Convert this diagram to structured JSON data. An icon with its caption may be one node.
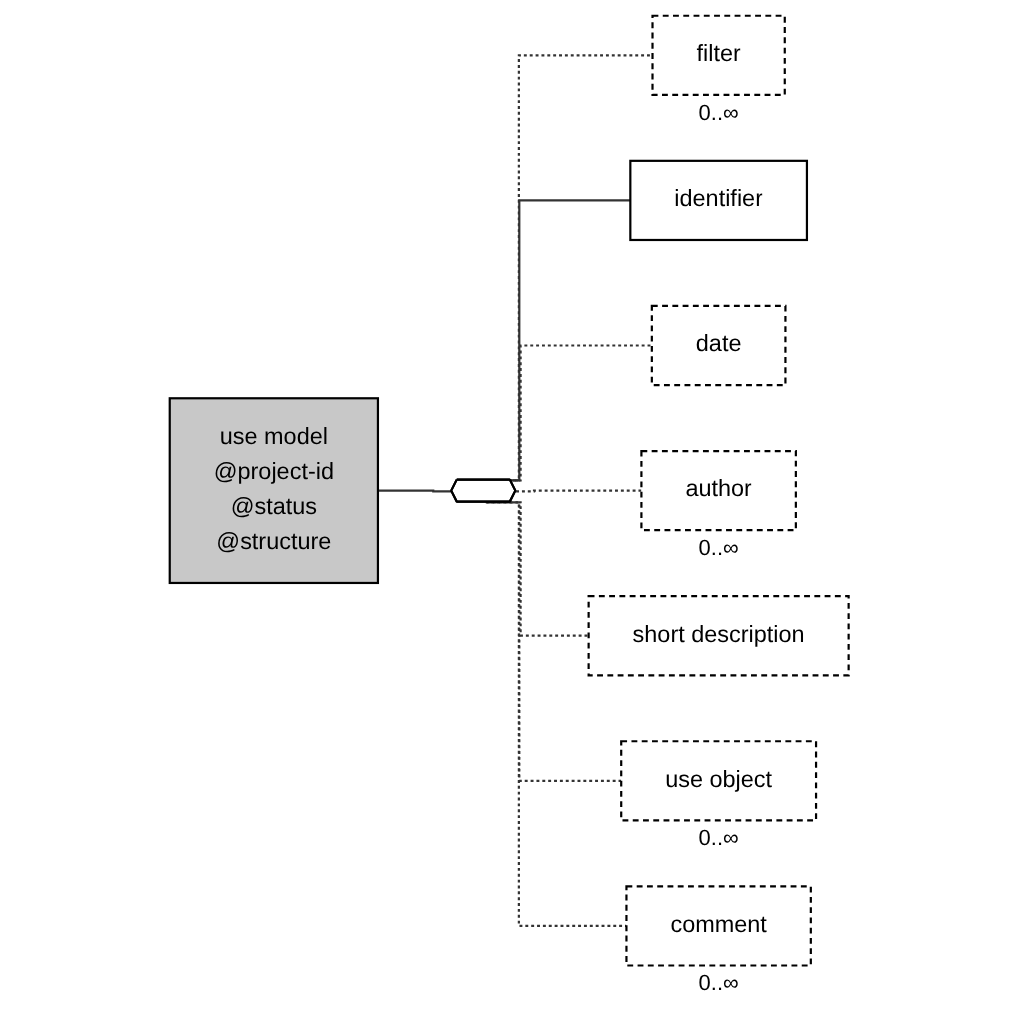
{
  "diagram": {
    "nodes": [
      {
        "text": [
          "use model",
          "@project-id",
          "@status",
          "@structure"
        ]
      },
      {
        "text": [],
        "shape": "hexagon"
      },
      {
        "text": [
          "filter"
        ],
        "beside": [
          "0..∞"
        ]
      },
      {
        "text": [
          "identifier"
        ]
      },
      {
        "text": [
          "date"
        ]
      },
      {
        "text": [
          "author"
        ],
        "beside": [
          "0..∞"
        ]
      },
      {
        "text": [
          "short description"
        ]
      },
      {
        "text": [
          "use object"
        ],
        "beside": [
          "0..∞"
        ]
      },
      {
        "text": [
          "comment"
        ],
        "beside": [
          "0..∞"
        ]
      }
    ],
    "edges": [
      {
        "from": 0,
        "to": 1,
        "arrow": "none"
      },
      {
        "from": 1,
        "to": 2,
        "arrow": "none",
        "style": "dashed"
      },
      {
        "from": 1,
        "to": 3,
        "arrow": "none"
      },
      {
        "from": 1,
        "to": 4,
        "arrow": "none",
        "style": "dashed"
      },
      {
        "from": 1,
        "to": 5,
        "arrow": "none",
        "style": "dashed"
      },
      {
        "from": 1,
        "to": 6,
        "arrow": "none",
        "style": "dashed"
      },
      {
        "from": 1,
        "to": 7,
        "arrow": "none",
        "style": "dashed"
      },
      {
        "from": 1,
        "to": 8,
        "arrow": "none",
        "style": "dashed"
      }
    ]
  }
}
